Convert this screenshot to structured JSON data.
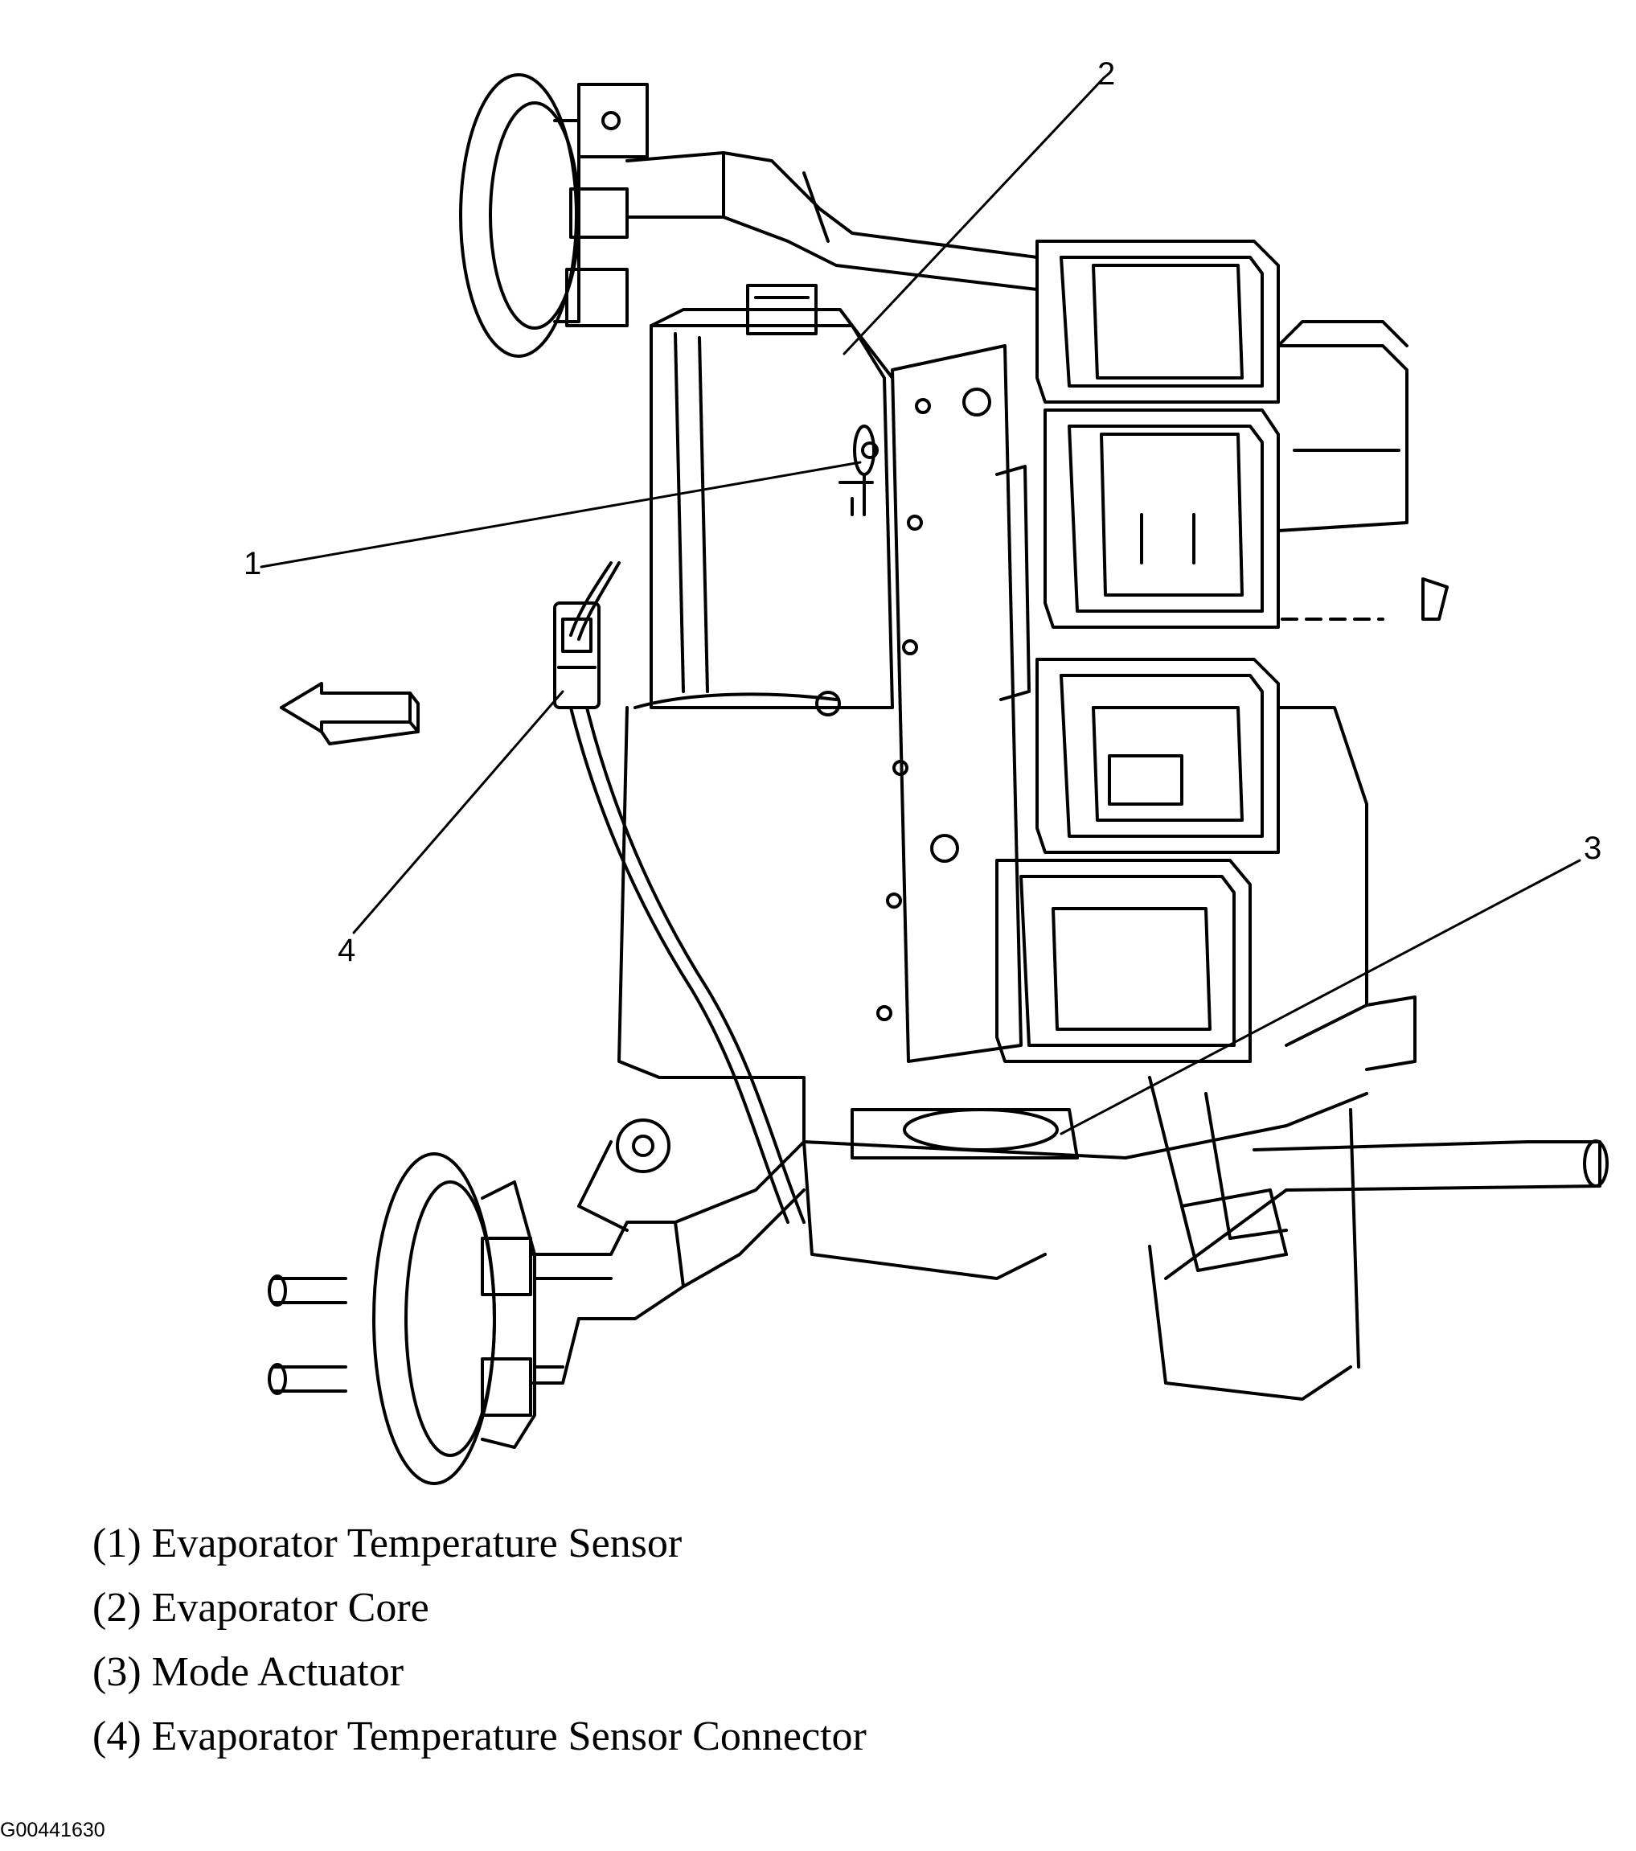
{
  "callouts": [
    {
      "number": "1",
      "part": "Evaporator Temperature Sensor"
    },
    {
      "number": "2",
      "part": "Evaporator Core"
    },
    {
      "number": "3",
      "part": "Mode Actuator"
    },
    {
      "number": "4",
      "part": "Evaporator Temperature Sensor Connector"
    }
  ],
  "legend": [
    "(1) Evaporator Temperature Sensor",
    "(2) Evaporator Core",
    "(3) Mode Actuator",
    "(4) Evaporator Temperature Sensor Connector"
  ],
  "figure_id": "G00441630",
  "direction_arrow": "left-arrow-icon"
}
